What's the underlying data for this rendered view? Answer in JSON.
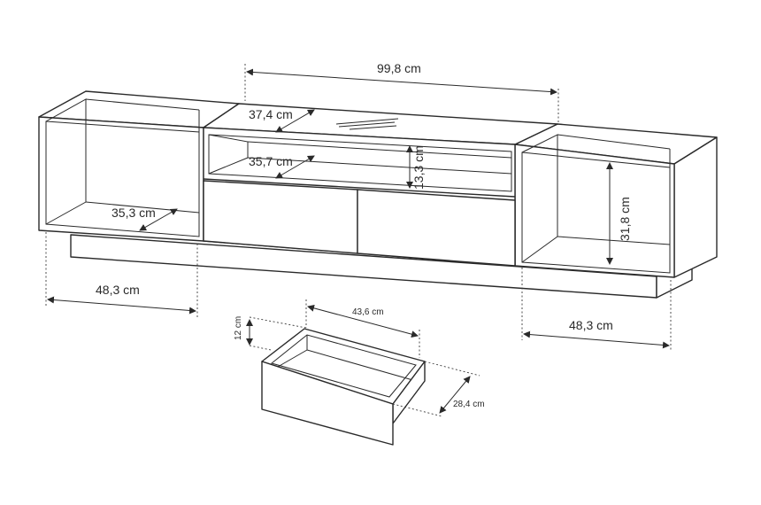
{
  "dimensions": {
    "overall_width": "99,8 cm",
    "top_compartment_depth": "37,4 cm",
    "middle_shelf_depth": "35,7 cm",
    "middle_opening_height": "13,3 cm",
    "left_shelf_depth": "35,3 cm",
    "right_opening_height": "31,8 cm",
    "left_module_width": "48,3 cm",
    "right_module_width": "48,3 cm",
    "drawer_width": "43,6 cm",
    "drawer_height": "12 cm",
    "drawer_depth": "28,4 cm"
  },
  "colors": {
    "line": "#2a2a2a",
    "background": "#ffffff"
  }
}
